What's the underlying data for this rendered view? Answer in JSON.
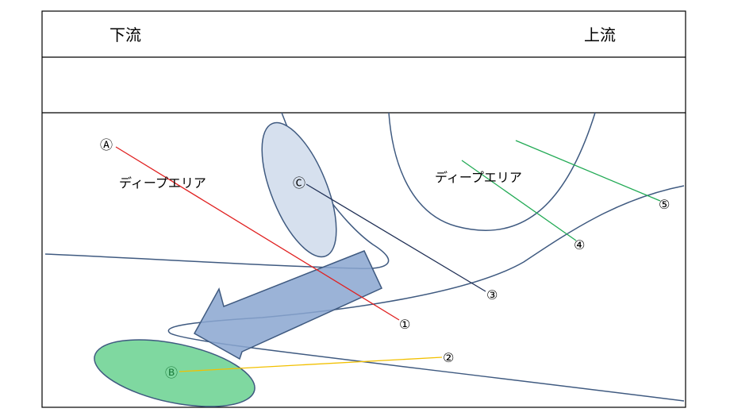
{
  "header": {
    "downstream_label": "下流",
    "upstream_label": "上流"
  },
  "areas": {
    "deep_area_left": "ディープエリア",
    "deep_area_right": "ディープエリア"
  },
  "markers": {
    "A": "Ⓐ",
    "B": "Ⓑ",
    "C": "Ⓒ",
    "p1": "①",
    "p2": "②",
    "p3": "③",
    "p4": "④",
    "p5": "⑤"
  },
  "colors": {
    "frame": "#000000",
    "flow_line": "#3f5a80",
    "line_A": "#e02020",
    "line_B": "#f2c000",
    "line_C": "#1f2f55",
    "line_45": "#22aa55",
    "ellipse_C_fill": "#d6e0ee",
    "ellipse_B_fill": "#7fd8a0",
    "arrow_fill": "#8aa6d0"
  }
}
